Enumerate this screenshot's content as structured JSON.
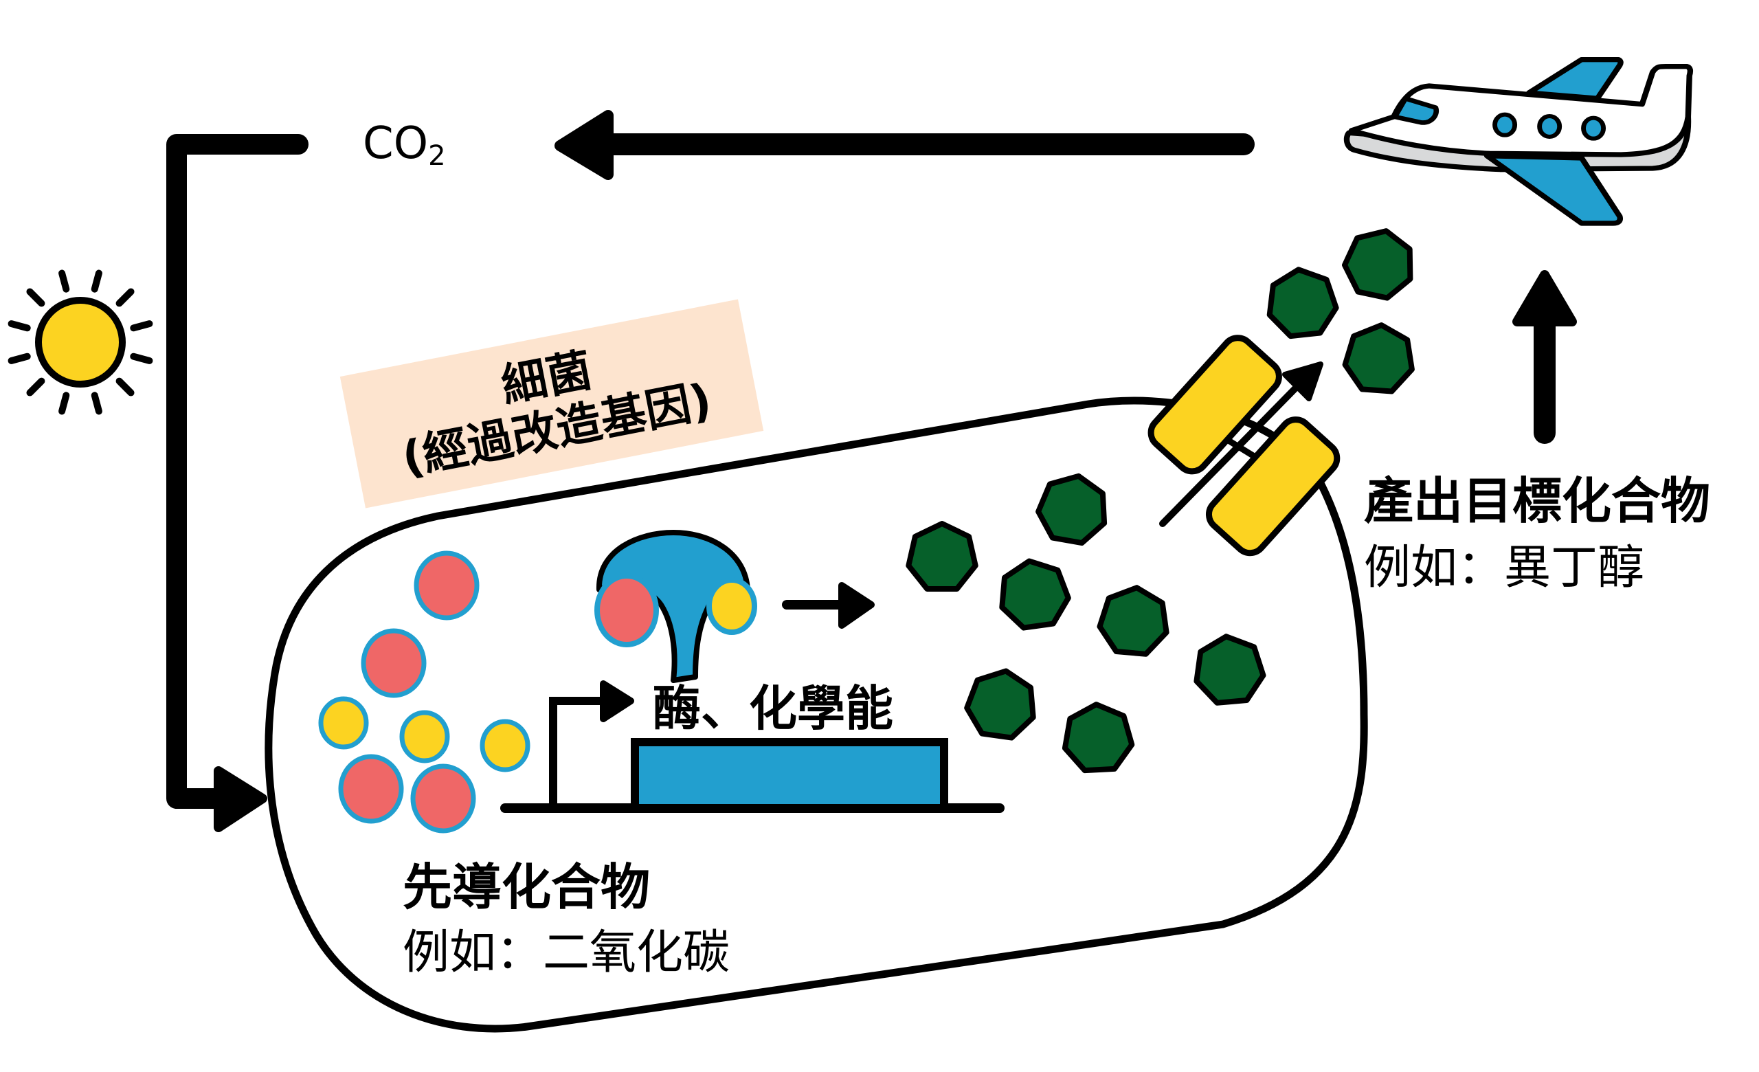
{
  "labels": {
    "co2_main": "CO",
    "co2_sub": "2",
    "bacteria_title": "細菌",
    "bacteria_subtitle": "(經過改造基因)",
    "enzyme_energy": "酶、化學能",
    "precursor_title": "先導化合物",
    "precursor_example": "例如：二氧化碳",
    "target_title": "產出目標化合物",
    "target_example": "例如：異丁醇"
  },
  "icons": {
    "sun": "sun-icon",
    "airplane": "airplane-icon",
    "enzyme": "enzyme-icon",
    "gene": "gene-block-icon",
    "channel": "membrane-channel-icon"
  },
  "colors": {
    "outline": "#000000",
    "sun_fill": "#fcd321",
    "blue": "#229fcf",
    "precursor_red": "#ef6767",
    "precursor_yellow": "#fcd321",
    "product_green": "#06602a",
    "label_bg": "#fde4cf",
    "plane_body": "#ffffff",
    "plane_belly": "#d8d9da"
  },
  "counts": {
    "precursor_red_molecules": 4,
    "precursor_yellow_molecules": 3,
    "product_molecules_inside": 7,
    "product_molecules_outside": 3
  }
}
